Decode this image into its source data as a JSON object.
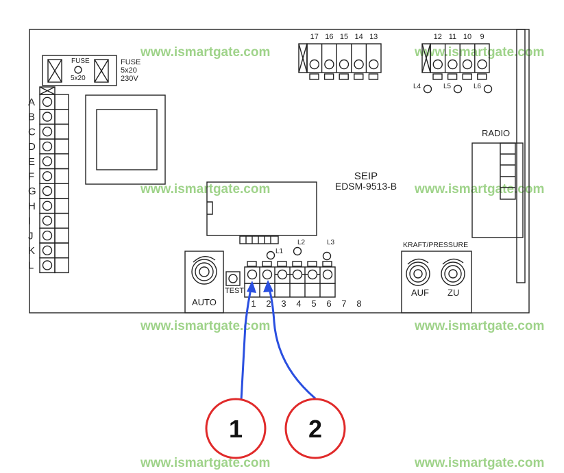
{
  "watermark": {
    "text": "www.ismartgate.com",
    "color": "#9fd38a"
  },
  "fuse": {
    "inner_label": "FUSE",
    "inner_rating": "5x20",
    "side_line1": "FUSE",
    "side_line2": "5x20",
    "side_line3": "230V"
  },
  "left_terminals": [
    "A",
    "B",
    "C",
    "D",
    "E",
    "F",
    "G",
    "H",
    "I",
    "J",
    "K",
    "L"
  ],
  "top_terminals_left": [
    "17",
    "16",
    "15",
    "14",
    "13"
  ],
  "top_terminals_right": [
    "12",
    "11",
    "10",
    "9"
  ],
  "top_leds": [
    "L4",
    "L5",
    "L6"
  ],
  "radio_label": "RADIO",
  "board": {
    "brand": "SEIP",
    "model": "EDSM-9513-B"
  },
  "auto_label": "AUTO",
  "test_label": "TEST",
  "bottom_leds": [
    "L1",
    "L2",
    "L3"
  ],
  "bottom_terminals": [
    "1",
    "2",
    "3",
    "4",
    "5",
    "6",
    "7",
    "8"
  ],
  "pressure": {
    "title": "KRAFT/PRESSURE",
    "pot1": "AUF",
    "pot2": "ZU"
  },
  "callouts": [
    "1",
    "2"
  ],
  "colors": {
    "arrow": "#2a4fe0",
    "callout_ring": "#e02a2a",
    "board_line": "#222222"
  }
}
